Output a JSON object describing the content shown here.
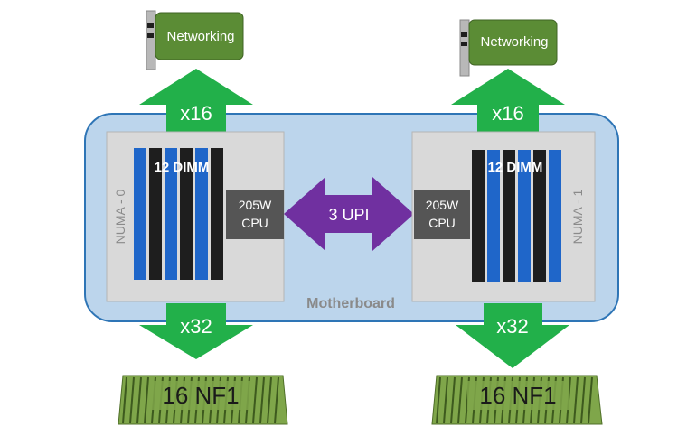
{
  "diagram": {
    "motherboard_label": "Motherboard",
    "interconnect_label": "3 UPI",
    "nodes": [
      {
        "numa_label": "NUMA - 0",
        "dimm_label": "12 DIMM",
        "cpu_label_line1": "205W",
        "cpu_label_line2": "CPU",
        "network_label": "Networking",
        "network_link": "x16",
        "storage_link": "x32",
        "storage_label": "16 NF1"
      },
      {
        "numa_label": "NUMA - 1",
        "dimm_label": "12 DIMM",
        "cpu_label_line1": "205W",
        "cpu_label_line2": "CPU",
        "network_label": "Networking",
        "network_link": "x16",
        "storage_link": "x32",
        "storage_label": "16 NF1"
      }
    ]
  },
  "colors": {
    "motherboard_fill": "#bcd5ec",
    "motherboard_stroke": "#2e75b6",
    "numa_box": "#d9d9d9",
    "cpu_box": "#555555",
    "dimm_blue": "#1f66c9",
    "dimm_black": "#1e1e1e",
    "link_arrow": "#22b04a",
    "upi_arrow": "#7030a0",
    "network_card": "#5b8c35",
    "nf1_drive": "#7fa64a",
    "bracket": "#b8b8b8"
  }
}
